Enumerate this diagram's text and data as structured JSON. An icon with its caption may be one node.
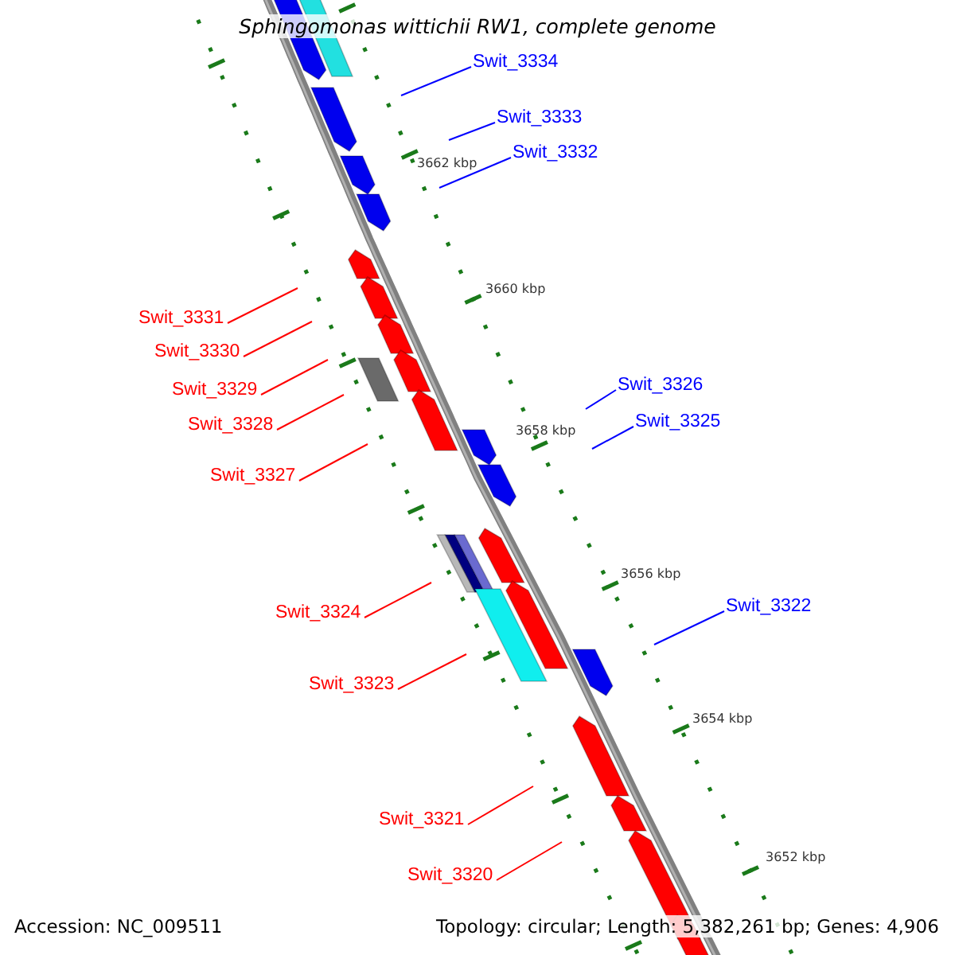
{
  "diagram": {
    "title": "Sphingomonas wittichii RW1, complete genome",
    "nodes": [
      {
        "text": [
          "Swit_3334"
        ]
      },
      {
        "text": [
          "Swit_3333"
        ]
      },
      {
        "text": [
          "Swit_3332"
        ]
      },
      {
        "text": [
          "Swit_3331"
        ]
      },
      {
        "text": [
          "Swit_3330"
        ]
      },
      {
        "text": [
          "Swit_3329"
        ]
      },
      {
        "text": [
          "Swit_3328"
        ]
      },
      {
        "text": [
          "Swit_3327"
        ]
      },
      {
        "text": [
          "Swit_3326"
        ]
      },
      {
        "text": [
          "Swit_3325"
        ]
      },
      {
        "text": [
          "Swit_3324"
        ]
      },
      {
        "text": [
          "Swit_3323"
        ]
      },
      {
        "text": [
          "Swit_3322"
        ]
      },
      {
        "text": [
          "Swit_3321"
        ]
      },
      {
        "text": [
          "Swit_3320"
        ]
      }
    ],
    "edges": [
      {
        "from": 0,
        "to": null,
        "arrow": "none",
        "color": "#0000ff"
      },
      {
        "from": 1,
        "to": null,
        "arrow": "none",
        "color": "#0000ff"
      },
      {
        "from": 2,
        "to": null,
        "arrow": "none",
        "color": "#0000ff"
      },
      {
        "from": 3,
        "to": null,
        "arrow": "none"
      },
      {
        "from": 4,
        "to": null,
        "arrow": "none"
      },
      {
        "from": 5,
        "to": null,
        "arrow": "none"
      },
      {
        "from": 6,
        "to": null,
        "arrow": "none"
      },
      {
        "from": 7,
        "to": null,
        "arrow": "none"
      },
      {
        "from": 8,
        "to": null,
        "arrow": "none",
        "color": "#0000ff"
      },
      {
        "from": 9,
        "to": null,
        "arrow": "none",
        "color": "#0000ff"
      },
      {
        "from": 10,
        "to": null,
        "arrow": "none"
      },
      {
        "from": 11,
        "to": null,
        "arrow": "none"
      },
      {
        "from": 12,
        "to": null,
        "arrow": "none",
        "color": "#0000ff"
      },
      {
        "from": 13,
        "to": null,
        "arrow": "none"
      },
      {
        "from": 14,
        "to": null,
        "arrow": "none"
      }
    ],
    "labels": [
      "3662 kbp",
      "3660 kbp",
      "3658 kbp",
      "3656 kbp",
      "3654 kbp",
      "3652 kbp",
      "Accession: NC_009511",
      "Topology: circular; Length: 5,382,261 bp; Genes: 4,906"
    ]
  }
}
